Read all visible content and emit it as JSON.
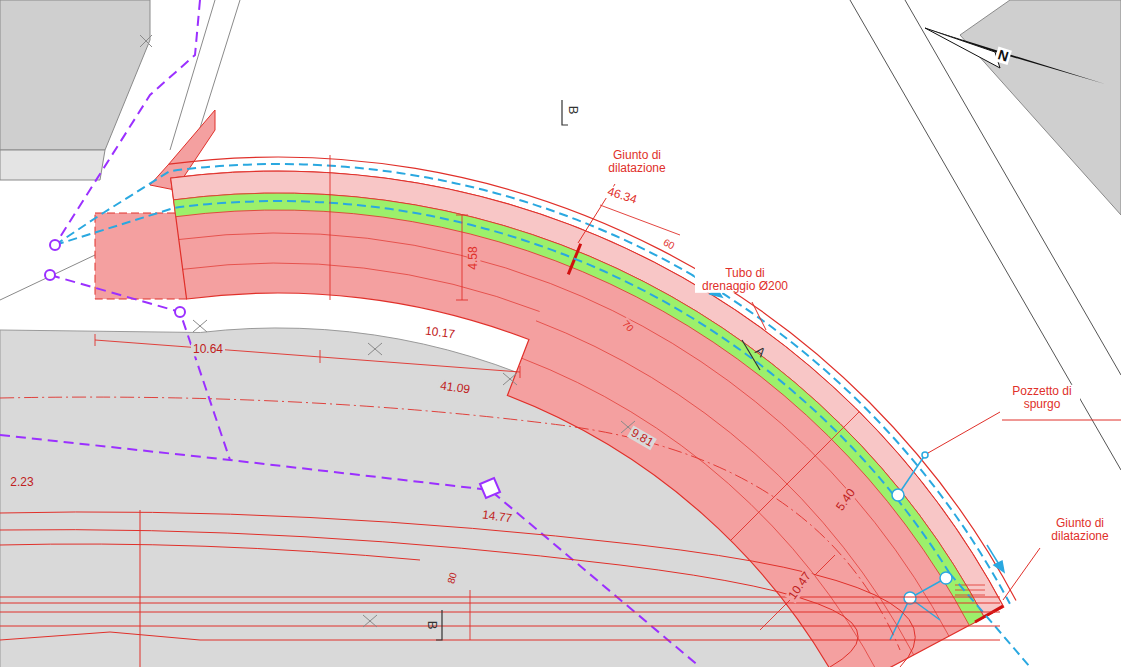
{
  "diagram": {
    "labels": [
      "B",
      "Giunto di dilatazione",
      "46.34",
      "60",
      "Tubo di drenaggio Ø200",
      "4.58",
      "70",
      "A",
      "Pozzetto di spurgo",
      "10.64",
      "10.17",
      "41.09",
      "9.81",
      "5.40",
      "Giunto di dilatazione",
      "10.47",
      "2.23",
      "14.77",
      "80",
      "B",
      "N"
    ]
  }
}
